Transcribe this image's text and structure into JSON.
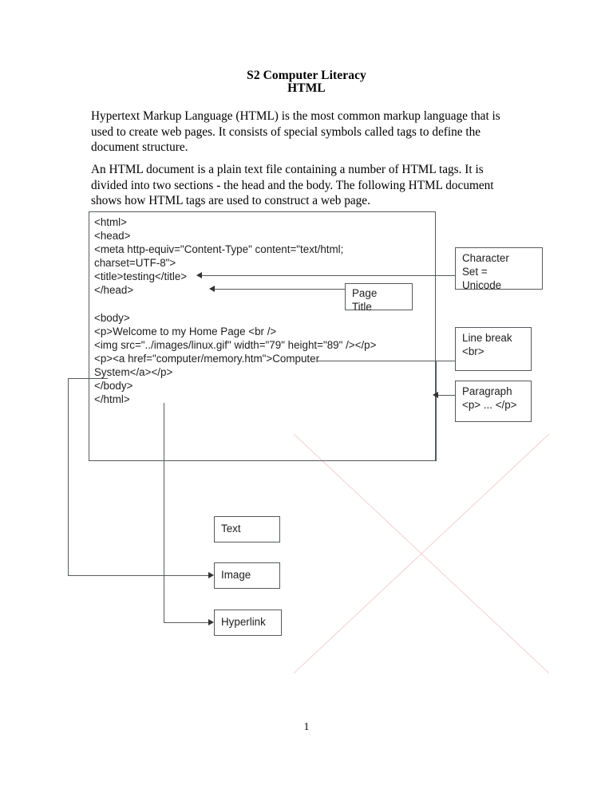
{
  "document": {
    "title_line1": "S2 Computer Literacy",
    "title_line2": "HTML",
    "paragraph1": "Hypertext Markup Language (HTML) is the most common markup language that is used to create web pages. It consists of special symbols called tags to define the document structure.",
    "paragraph2": "An HTML document is a plain text file containing a number of HTML tags. It is divided into two sections - the head and the body. The following HTML document shows how HTML tags are used to construct a web page.",
    "page_number": "1"
  },
  "code_block": {
    "content": "<html>\n<head>\n<meta http-equiv=\"Content-Type\" content=\"text/html;\ncharset=UTF-8\">\n<title>testing</title>\n</head>\n\n<body>\n<p>Welcome to my Home Page <br />\n<img src=\"../images/linux.gif\" width=\"79\" height=\"89\" /></p>\n<p><a href=\"computer/memory.htm\">Computer\nSystem</a></p>\n</body>\n</html>"
  },
  "callouts": {
    "charset": "Character\nSet =\nUnicode",
    "line_break": "Line break\n<br>",
    "paragraph": "Paragraph\n<p> ... </p>",
    "page_title": "Page\nTitle",
    "text": "Text",
    "image": "Image",
    "hyperlink": "Hyperlink"
  },
  "colors": {
    "line": "#555a5e",
    "text": "#1d1d1d",
    "watermark": "#f7d4d4"
  }
}
